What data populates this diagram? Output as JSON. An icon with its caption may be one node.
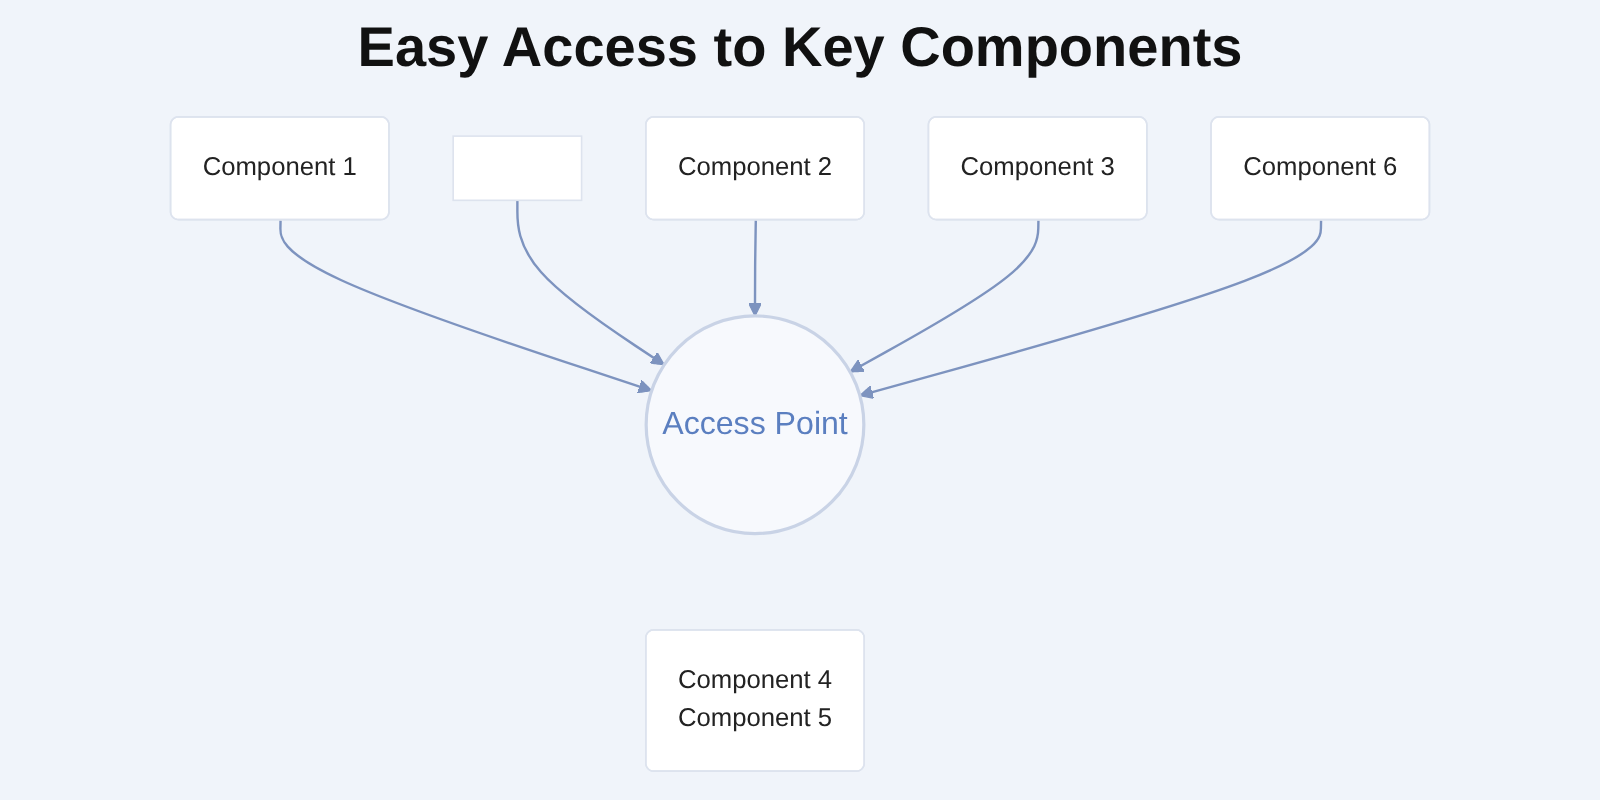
{
  "diagram": {
    "title": "Easy Access to Key Components",
    "nodes": [
      {
        "text": [
          "Component 1"
        ]
      },
      {
        "text": [],
        "shape": "box"
      },
      {
        "text": [
          "Component 2"
        ]
      },
      {
        "text": [
          "Access Point"
        ]
      },
      {
        "text": [
          "Component 3"
        ]
      },
      {
        "text": [
          "Component 4",
          "Component 5"
        ]
      },
      {
        "text": [
          "Component 6"
        ]
      }
    ],
    "edges": [
      {
        "from": 0,
        "to": 3,
        "arrow": "to"
      },
      {
        "from": 1,
        "to": 3,
        "arrow": "to"
      },
      {
        "from": 2,
        "to": 3,
        "arrow": "to"
      },
      {
        "from": 4,
        "to": 3,
        "arrow": "to"
      },
      {
        "from": 6,
        "to": 3,
        "arrow": "to"
      }
    ]
  }
}
